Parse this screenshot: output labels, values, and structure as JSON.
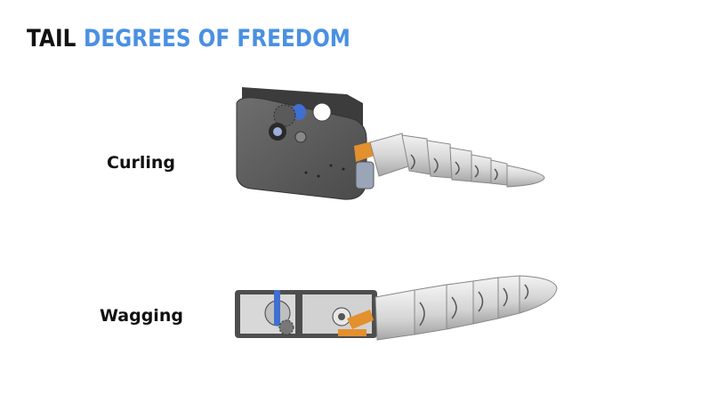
{
  "slide": {
    "title_part1": "TAIL",
    "title_part2": "DEGREES OF FREEDOM",
    "accent_color": "#4a90e2"
  },
  "sections": [
    {
      "label": "Curling"
    },
    {
      "label": "Wagging"
    }
  ]
}
